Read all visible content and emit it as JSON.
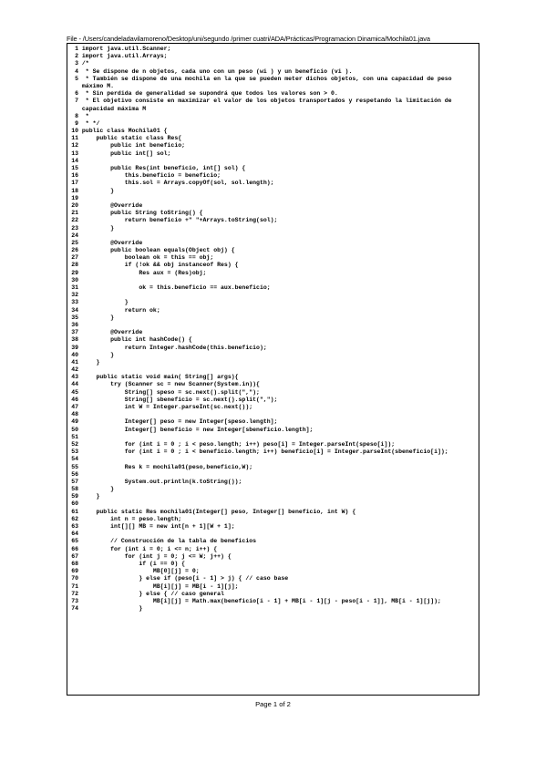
{
  "header": {
    "title": "File - /Users/candeladavilamoreno/Desktop/uni/segundo /primer cuatri/ADA/Prácticas/Programacion Dinamica/Mochila01.java"
  },
  "lines": [
    {
      "n": "1",
      "t": "import java.util.Scanner;"
    },
    {
      "n": "2",
      "t": "import java.util.Arrays;"
    },
    {
      "n": "3",
      "t": "/*"
    },
    {
      "n": "4",
      "t": " * Se dispone de n objetos, cada uno con un peso (wi ) y un beneficio (vi )."
    },
    {
      "n": "5",
      "t": " * También se dispone de una mochila en la que se pueden meter dichos objetos, con una capacidad de peso"
    },
    {
      "n": "",
      "t": "máximo M."
    },
    {
      "n": "6",
      "t": " * Sin perdida de generalidad se supondrá que todos los valores son > 0."
    },
    {
      "n": "7",
      "t": " * El objetivo consiste en maximizar el valor de los objetos transportados y respetando la limitación de"
    },
    {
      "n": "",
      "t": "capacidad máxima M"
    },
    {
      "n": "8",
      "t": " *"
    },
    {
      "n": "9",
      "t": " * */"
    },
    {
      "n": "10",
      "t": "public class Mochila01 {"
    },
    {
      "n": "11",
      "t": "    public static class Res{"
    },
    {
      "n": "12",
      "t": "        public int beneficio;"
    },
    {
      "n": "13",
      "t": "        public int[] sol;"
    },
    {
      "n": "14",
      "t": ""
    },
    {
      "n": "15",
      "t": "        public Res(int beneficio, int[] sol) {"
    },
    {
      "n": "16",
      "t": "            this.beneficio = beneficio;"
    },
    {
      "n": "17",
      "t": "            this.sol = Arrays.copyOf(sol, sol.length);"
    },
    {
      "n": "18",
      "t": "        }"
    },
    {
      "n": "19",
      "t": ""
    },
    {
      "n": "20",
      "t": "        @Override"
    },
    {
      "n": "21",
      "t": "        public String toString() {"
    },
    {
      "n": "22",
      "t": "            return beneficio +\" \"+Arrays.toString(sol);"
    },
    {
      "n": "23",
      "t": "        }"
    },
    {
      "n": "24",
      "t": ""
    },
    {
      "n": "25",
      "t": "        @Override"
    },
    {
      "n": "26",
      "t": "        public boolean equals(Object obj) {"
    },
    {
      "n": "27",
      "t": "            boolean ok = this == obj;"
    },
    {
      "n": "28",
      "t": "            if (!ok && obj instanceof Res) {"
    },
    {
      "n": "29",
      "t": "                Res aux = (Res)obj;"
    },
    {
      "n": "30",
      "t": ""
    },
    {
      "n": "31",
      "t": "                ok = this.beneficio == aux.beneficio;"
    },
    {
      "n": "32",
      "t": ""
    },
    {
      "n": "33",
      "t": "            }"
    },
    {
      "n": "34",
      "t": "            return ok;"
    },
    {
      "n": "35",
      "t": "        }"
    },
    {
      "n": "36",
      "t": ""
    },
    {
      "n": "37",
      "t": "        @Override"
    },
    {
      "n": "38",
      "t": "        public int hashCode() {"
    },
    {
      "n": "39",
      "t": "            return Integer.hashCode(this.beneficio);"
    },
    {
      "n": "40",
      "t": "        }"
    },
    {
      "n": "41",
      "t": "    }"
    },
    {
      "n": "42",
      "t": ""
    },
    {
      "n": "43",
      "t": "    public static void main( String[] args){"
    },
    {
      "n": "44",
      "t": "        try (Scanner sc = new Scanner(System.in)){"
    },
    {
      "n": "45",
      "t": "            String[] speso = sc.next().split(\",\");"
    },
    {
      "n": "46",
      "t": "            String[] sbeneficio = sc.next().split(\",\");"
    },
    {
      "n": "47",
      "t": "            int W = Integer.parseInt(sc.next());"
    },
    {
      "n": "48",
      "t": ""
    },
    {
      "n": "49",
      "t": "            Integer[] peso = new Integer[speso.length];"
    },
    {
      "n": "50",
      "t": "            Integer[] beneficio = new Integer[sbeneficio.length];"
    },
    {
      "n": "51",
      "t": ""
    },
    {
      "n": "52",
      "t": "            for (int i = 0 ; i < peso.length; i++) peso[i] = Integer.parseInt(speso[i]);"
    },
    {
      "n": "53",
      "t": "            for (int i = 0 ; i < beneficio.length; i++) beneficio[i] = Integer.parseInt(sbeneficio[i]);"
    },
    {
      "n": "54",
      "t": ""
    },
    {
      "n": "55",
      "t": "            Res k = mochila01(peso,beneficio,W);"
    },
    {
      "n": "56",
      "t": ""
    },
    {
      "n": "57",
      "t": "            System.out.println(k.toString());"
    },
    {
      "n": "58",
      "t": "        }"
    },
    {
      "n": "59",
      "t": "    }"
    },
    {
      "n": "60",
      "t": ""
    },
    {
      "n": "61",
      "t": "    public static Res mochila01(Integer[] peso, Integer[] beneficio, int W) {"
    },
    {
      "n": "62",
      "t": "        int n = peso.length;"
    },
    {
      "n": "63",
      "t": "        int[][] MB = new int[n + 1][W + 1];"
    },
    {
      "n": "64",
      "t": ""
    },
    {
      "n": "65",
      "t": "        // Construcción de la tabla de beneficios"
    },
    {
      "n": "66",
      "t": "        for (int i = 0; i <= n; i++) {"
    },
    {
      "n": "67",
      "t": "            for (int j = 0; j <= W; j++) {"
    },
    {
      "n": "68",
      "t": "                if (i == 0) {"
    },
    {
      "n": "69",
      "t": "                    MB[0][j] = 0;"
    },
    {
      "n": "70",
      "t": "                } else if (peso[i - 1] > j) { // caso base"
    },
    {
      "n": "71",
      "t": "                    MB[i][j] = MB[i - 1][j];"
    },
    {
      "n": "72",
      "t": "                } else { // caso general"
    },
    {
      "n": "73",
      "t": "                    MB[i][j] = Math.max(beneficio[i - 1] + MB[i - 1][j - peso[i - 1]], MB[i - 1][j]);"
    },
    {
      "n": "74",
      "t": "                }"
    }
  ],
  "footer": {
    "page": "Page 1 of 2"
  }
}
